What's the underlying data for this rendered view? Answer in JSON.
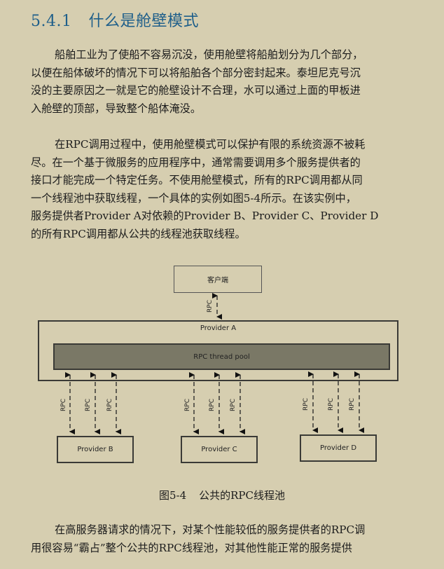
{
  "section": {
    "number": "5.4.1",
    "title": "什么是舱壁模式"
  },
  "paragraphs": [
    {
      "lines": [
        "船舶工业为了使船不容易沉没，使用舱壁将船舶划分为几个部分，",
        "以便在船体破坏的情况下可以将船舶各个部分密封起来。泰坦尼克号沉",
        "没的主要原因之一就是它的舱壁设计不合理，水可以通过上面的甲板进",
        "入舱壁的顶部，导致整个船体淹没。"
      ]
    },
    {
      "lines": [
        "在RPC调用过程中，使用舱壁模式可以保护有限的系统资源不被耗",
        "尽。在一个基于微服务的应用程序中，通常需要调用多个服务提供者的",
        "接口才能完成一个特定任务。不使用舱壁模式，所有的RPC调用都从同",
        "一个线程池中获取线程，一个具体的实例如图5-4所示。在该实例中，",
        "服务提供者Provider A对依赖的Provider B、Provider C、Provider D",
        "的所有RPC调用都从公共的线程池获取线程。"
      ]
    },
    {
      "lines": [
        "在高服务器请求的情况下，对某个性能较低的服务提供者的RPC调",
        "用很容易“霸占”整个公共的RPC线程池，对其他性能正常的服务提供"
      ]
    }
  ],
  "figure": {
    "client_label": "客户端",
    "provider_a_label": "Provider A",
    "pool_label": "RPC thread pool",
    "providers": [
      {
        "label": "Provider B"
      },
      {
        "label": "Provider C"
      },
      {
        "label": "Provider D"
      }
    ],
    "rpc_label": "RPC",
    "caption_number": "图5-4",
    "caption_text": "公共的RPC线程池"
  },
  "colors": {
    "background": "#D6CEB0",
    "heading": "#1F5F8A",
    "pool_fill": "#7A7866"
  }
}
